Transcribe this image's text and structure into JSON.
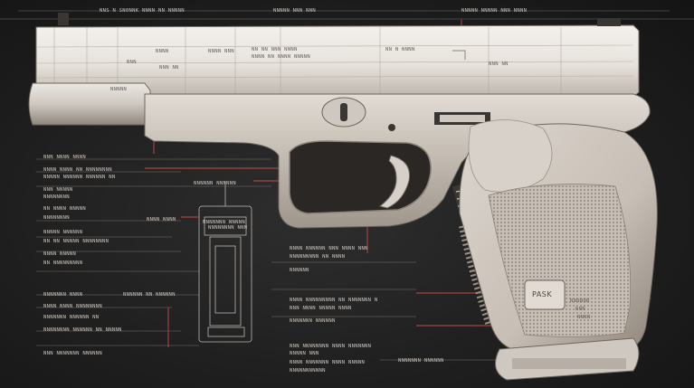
{
  "labels": {
    "top_left": "NNS N SN0NNK NNNN NN NNNNN",
    "top_mid": "NNNNN NNN NNN",
    "top_right": "NNNNN NNNNN NNN NNNN",
    "slide_a": "NNNN",
    "slide_b": "NNN",
    "slide_c": "NNN NN",
    "slide_d": "NNNN NNN",
    "slide_e": "NN NN NNN NNNN",
    "slide_f": "NNNN NN NNNN NNNNN",
    "slide_g": "NN N NNNN",
    "slide_h": "NNN NN",
    "frame_mark": "NNNNN",
    "left_1": "NNN NNNN NNNN",
    "left_2": "NNNN NNNN NN NNNNNNNN",
    "left_3": "NNNNN NNNNNN NNNNNN NN",
    "left_4": "NNN NNNNN",
    "left_5": "NNNNNNNN",
    "left_6": "NN NNNN NNNNN",
    "left_7": "NNNNNNNN",
    "left_8": "NNNNN NNNNNN",
    "left_9": "NN NN NNNNN NNNNNNNN",
    "left_10": "NNNN NNNNN",
    "left_11": "NN NNNNNNNNN",
    "left_12": "NNNNNNN NNNN",
    "left_13": "NNNN NNNN NNNNNNNN",
    "left_14": "NNNNNNN NNNNNN NN",
    "left_15": "NNNNNNNN NNNNNN NN NNNNN",
    "left_16": "NNN NNNNNNN NNNNNN",
    "mid_1": "NNNNNN NNNNNN",
    "mid_2": "NNNN NNNN",
    "mid_3": "NNNNNNN NNNNN",
    "mid_4": "NNNNNN NN NNNNNN",
    "mid_5": "NNNNNNNN NNN",
    "right_1": "NNNN NNNNNN NNN NNNN NNN",
    "right_2": "NNNNNNNNN NN NNNN",
    "right_3": "NNNNNN",
    "right_4": "NNNN NNNNNNNNN NN NNNNNNN N",
    "right_5": "NNN NNNN NNNNN NNNN",
    "right_6": "NNNNNNN NNNNNN",
    "right_7": "NNN NNNNNNNN NNNN NNNNNNN",
    "right_8": "NNNNN NNN",
    "right_9": "NNNN NNNNNNN NNNN NNNNN",
    "right_10": "NNNNNNNNNNN",
    "right_11": "NNNNNNN NNNNNN",
    "grip_badge": "PASK",
    "grip_side_1": "NNNNNN",
    "grip_side_2": "NNN",
    "grip_side_3": "NNNN"
  },
  "colors": {
    "background": "#1f1f1f",
    "metal_light": "#e8e3dd",
    "metal_mid": "#c9c1b8",
    "metal_dark": "#8a8178",
    "annotation_red": "#c94a4a",
    "annotation_white": "#cfc8c2"
  }
}
